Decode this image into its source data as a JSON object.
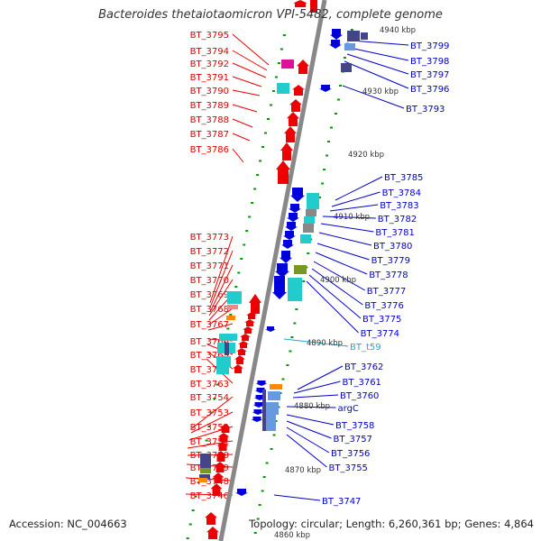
{
  "title": "Bacteroides thetaiotaomicron VPI-5482, complete genome",
  "accession": "Accession: NC_004663",
  "summary": "Topology: circular; Length: 6,260,361 bp; Genes: 4,864",
  "colors": {
    "forward_gene": "#ee0000",
    "reverse_gene": "#0000dd",
    "cds_cyan": "#22cccc",
    "cds_navy": "#444488",
    "cds_gray": "#888888",
    "cds_orange": "#ff8800",
    "cds_magenta": "#dd1199",
    "cds_olive": "#779922",
    "cds_lightblue": "#6699dd",
    "backbone": "#888888",
    "tick": "#009900",
    "trna_label": "#22a8cc"
  },
  "kbp_markers": [
    "4940 kbp",
    "4930 kbp",
    "4920 kbp",
    "4910 kbp",
    "4900 kbp",
    "4890 kbp",
    "4880 kbp",
    "4870 kbp",
    "4860 kbp"
  ],
  "left_labels": [
    "BT_3795",
    "BT_3794",
    "BT_3792",
    "BT_3791",
    "BT_3790",
    "BT_3789",
    "BT_3788",
    "BT_3787",
    "BT_3786",
    "BT_3773",
    "BT_3772",
    "BT_3771",
    "BT_3770",
    "BT_3769",
    "BT_3768",
    "BT_3767",
    "BT_3766",
    "BT_3765",
    "BT_3764",
    "BT_3763",
    "BT_3754",
    "BT_3753",
    "BT_3752",
    "BT_3751",
    "BT_3750",
    "BT_3749",
    "BT_3748",
    "BT_3746"
  ],
  "right_labels": [
    "BT_3799",
    "BT_3798",
    "BT_3797",
    "BT_3796",
    "BT_3793",
    "BT_3785",
    "BT_3784",
    "BT_3783",
    "BT_3782",
    "BT_3781",
    "BT_3780",
    "BT_3779",
    "BT_3778",
    "BT_3777",
    "BT_3776",
    "BT_3775",
    "BT_3774",
    "BT_t59",
    "BT_3762",
    "BT_3761",
    "BT_3760",
    "argC",
    "BT_3758",
    "BT_3757",
    "BT_3756",
    "BT_3755",
    "BT_3747"
  ]
}
